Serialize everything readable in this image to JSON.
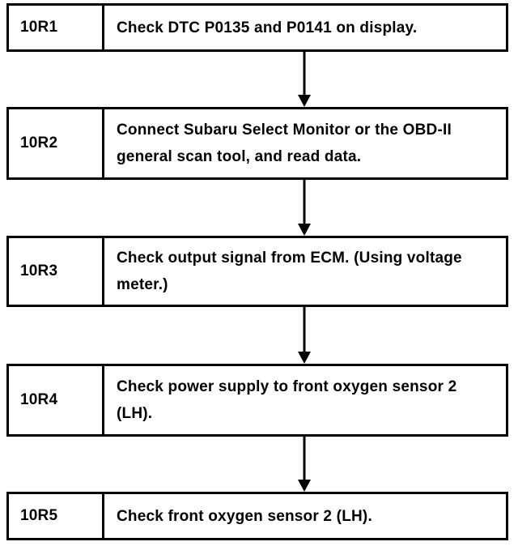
{
  "steps": [
    {
      "id": "10R1",
      "text": "Check DTC P0135 and P0141 on display."
    },
    {
      "id": "10R2",
      "text": "Connect Subaru Select Monitor or the OBD-II general scan tool, and read data."
    },
    {
      "id": "10R3",
      "text": "Check output signal from ECM. (Using voltage meter.)"
    },
    {
      "id": "10R4",
      "text": "Check power supply to front oxygen sensor 2 (LH)."
    },
    {
      "id": "10R5",
      "text": "Check front oxygen sensor 2 (LH)."
    }
  ]
}
